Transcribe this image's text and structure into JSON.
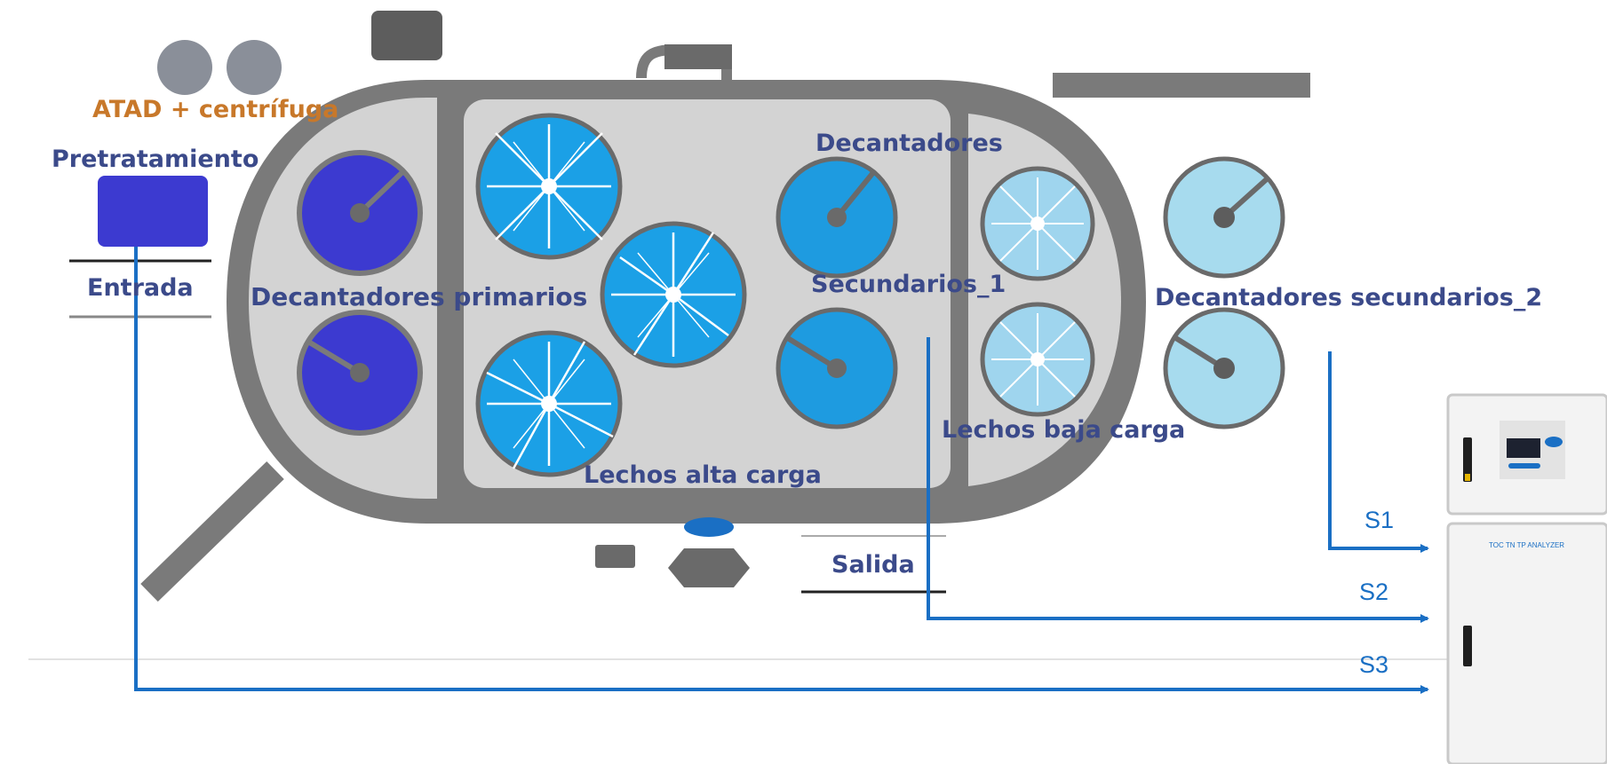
{
  "labels": {
    "atad": "ATAD + centrífuga",
    "pretratamiento": "Pretratamiento",
    "entrada": "Entrada",
    "decantadores_primarios": "Decantadores primarios",
    "decantadores": "Decantadores",
    "secundarios_1": "Secundarios_1",
    "decantadores_secundarios_2": "Decantadores secundarios_2",
    "lechos_alta_carga": "Lechos alta carga",
    "lechos_baja_carga": "Lechos baja carga",
    "salida": "Salida",
    "s1": "S1",
    "s2": "S2",
    "s3": "S3",
    "analyzer": "TOC TN TP ANALYZER"
  },
  "colors": {
    "plant_outline": "#7a7a7a",
    "plant_fill": "#d3d3d3",
    "primary_tank": "#3c3ad0",
    "high_load_bed": "#1ba0e6",
    "secondary_1_tank": "#1e9be0",
    "low_load_bed": "#9fd5ee",
    "secondary_2_tank": "#a7dbee",
    "text_navy": "#3b4a8a",
    "text_orange": "#c8782a",
    "sample_line": "#1a6fc4",
    "analyzer_body": "#f3f3f3"
  }
}
